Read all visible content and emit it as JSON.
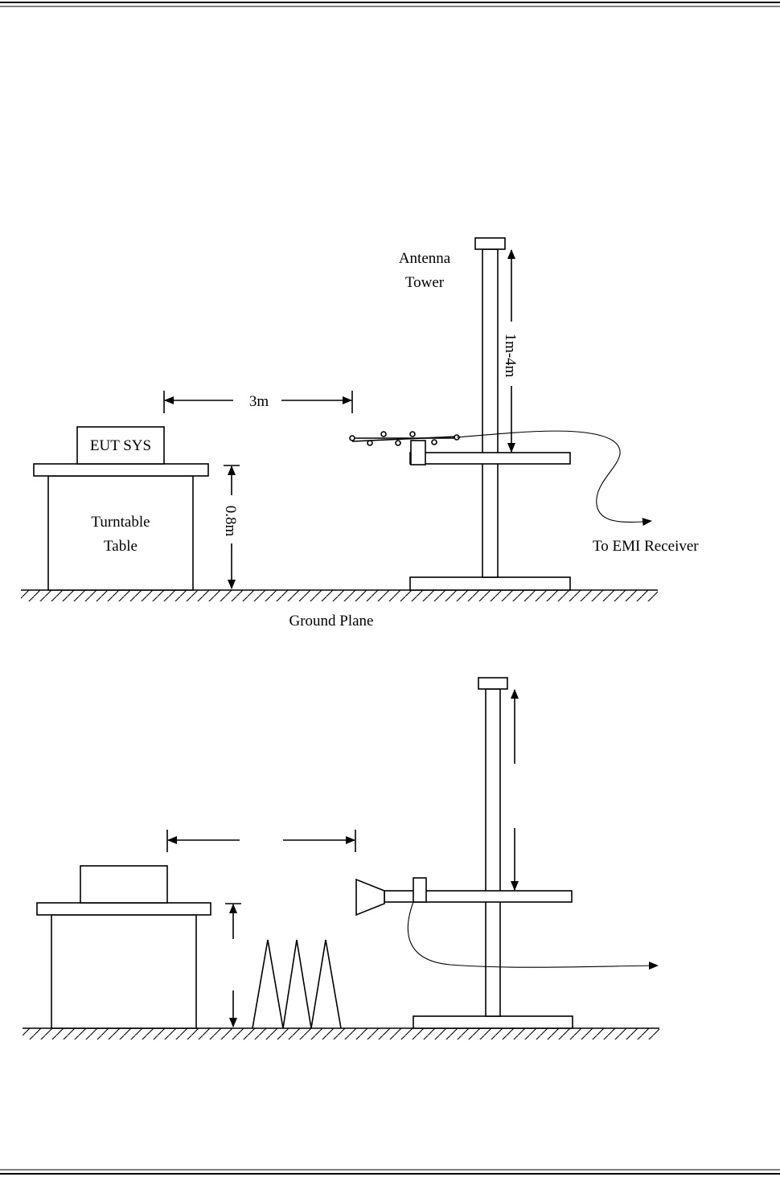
{
  "diagram_top": {
    "antenna_tower_label_line1": "Antenna",
    "antenna_tower_label_line2": "Tower",
    "height_range_label": "1m-4m",
    "distance_label": "3m",
    "eut_label": "EUT SYS",
    "table_label_line1": "Turntable",
    "table_label_line2": "Table",
    "table_height_label": "0.8m",
    "receiver_label": "To EMI Receiver",
    "ground_label": "Ground Plane"
  },
  "colors": {
    "line": "#000000",
    "background": "#ffffff"
  }
}
